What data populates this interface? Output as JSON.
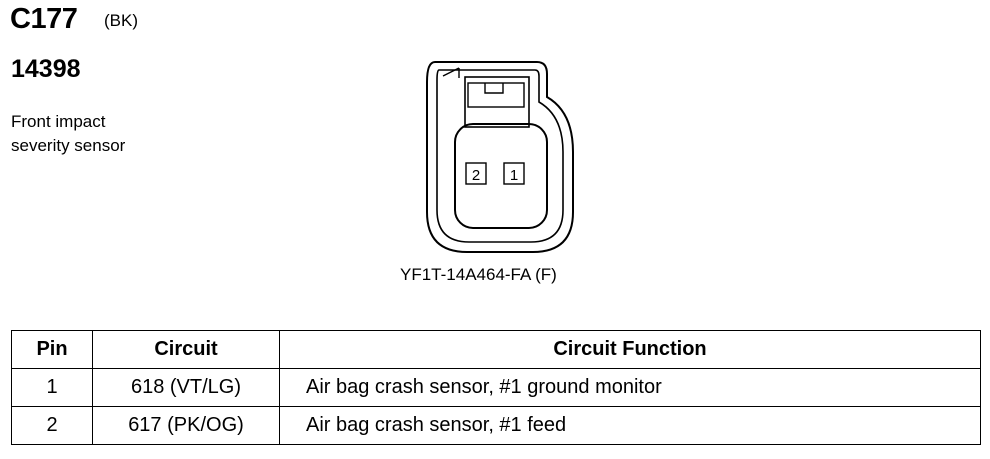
{
  "connector": {
    "id": "C177",
    "color_code": "(BK)",
    "part_number": "14398",
    "description_lines": [
      "Front impact",
      "severity sensor"
    ],
    "connector_part": "YF1T-14A464-FA (F)",
    "pin_labels": [
      "2",
      "1"
    ]
  },
  "table": {
    "headers": [
      "Pin",
      "Circuit",
      "Circuit Function"
    ],
    "rows": [
      {
        "pin": "1",
        "circuit": "618 (VT/LG)",
        "function": "Air bag crash sensor, #1 ground monitor"
      },
      {
        "pin": "2",
        "circuit": "617 (PK/OG)",
        "function": "Air bag crash sensor, #1 feed"
      }
    ]
  }
}
